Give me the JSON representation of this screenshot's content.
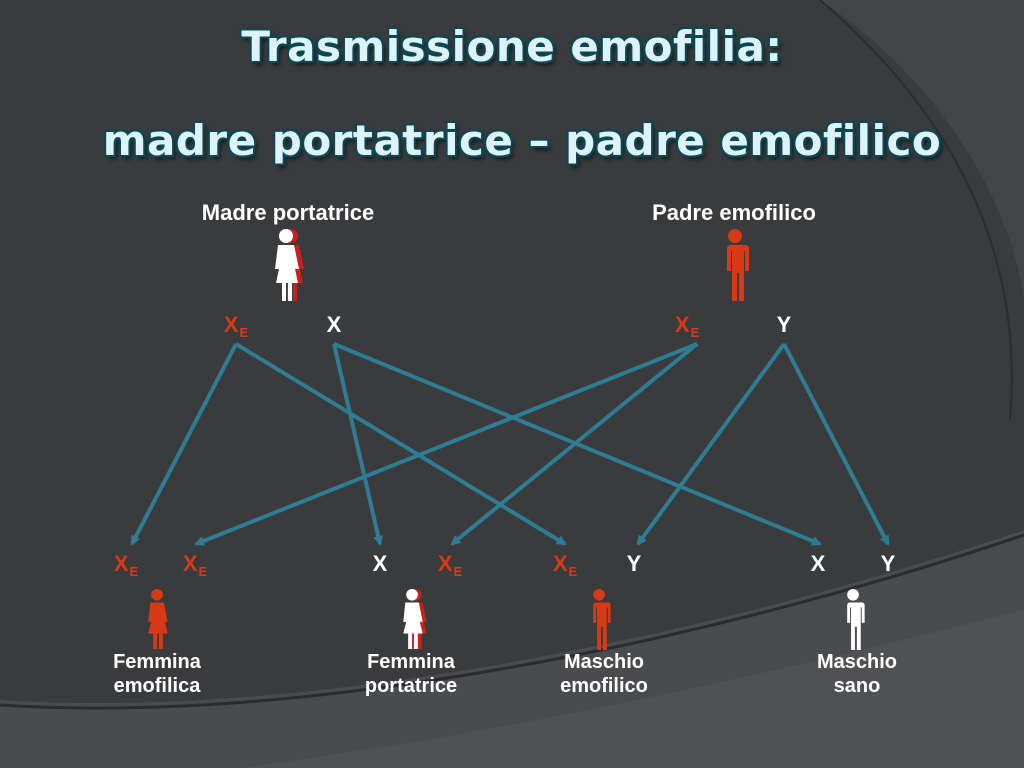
{
  "title": {
    "line1": "Trasmissione emofilia:",
    "line2": "madre portatrice – padre emofilico"
  },
  "parents": {
    "mother": {
      "label": "Madre portatrice",
      "icon": "female-carrier-icon",
      "alleles": [
        {
          "base": "X",
          "sub": "E",
          "affected": true
        },
        {
          "base": "X",
          "sub": "",
          "affected": false
        }
      ]
    },
    "father": {
      "label": "Padre emofilico",
      "icon": "male-affected-icon",
      "alleles": [
        {
          "base": "X",
          "sub": "E",
          "affected": true
        },
        {
          "base": "Y",
          "sub": "",
          "affected": false
        }
      ]
    }
  },
  "children": [
    {
      "label_line1": "Femmina",
      "label_line2": "emofilica",
      "icon": "female-affected-icon",
      "alleles": [
        {
          "base": "X",
          "sub": "E"
        },
        {
          "base": "X",
          "sub": "E"
        }
      ]
    },
    {
      "label_line1": "Femmina",
      "label_line2": "portatrice",
      "icon": "female-carrier-icon",
      "alleles": [
        {
          "base": "X",
          "sub": ""
        },
        {
          "base": "X",
          "sub": "E"
        }
      ]
    },
    {
      "label_line1": "Maschio",
      "label_line2": "emofilico",
      "icon": "male-affected-icon",
      "alleles": [
        {
          "base": "X",
          "sub": "E"
        },
        {
          "base": "Y",
          "sub": ""
        }
      ]
    },
    {
      "label_line1": "Maschio",
      "label_line2": "sano",
      "icon": "male-healthy-icon",
      "alleles": [
        {
          "base": "X",
          "sub": ""
        },
        {
          "base": "Y",
          "sub": ""
        }
      ]
    }
  ],
  "colors": {
    "background": "#3a3b3d",
    "affected": "#d83a18",
    "healthy": "#ffffff",
    "arrow": "#2e7d95",
    "title_fill": "#ddf3f8",
    "title_outline": "#0d4753"
  }
}
